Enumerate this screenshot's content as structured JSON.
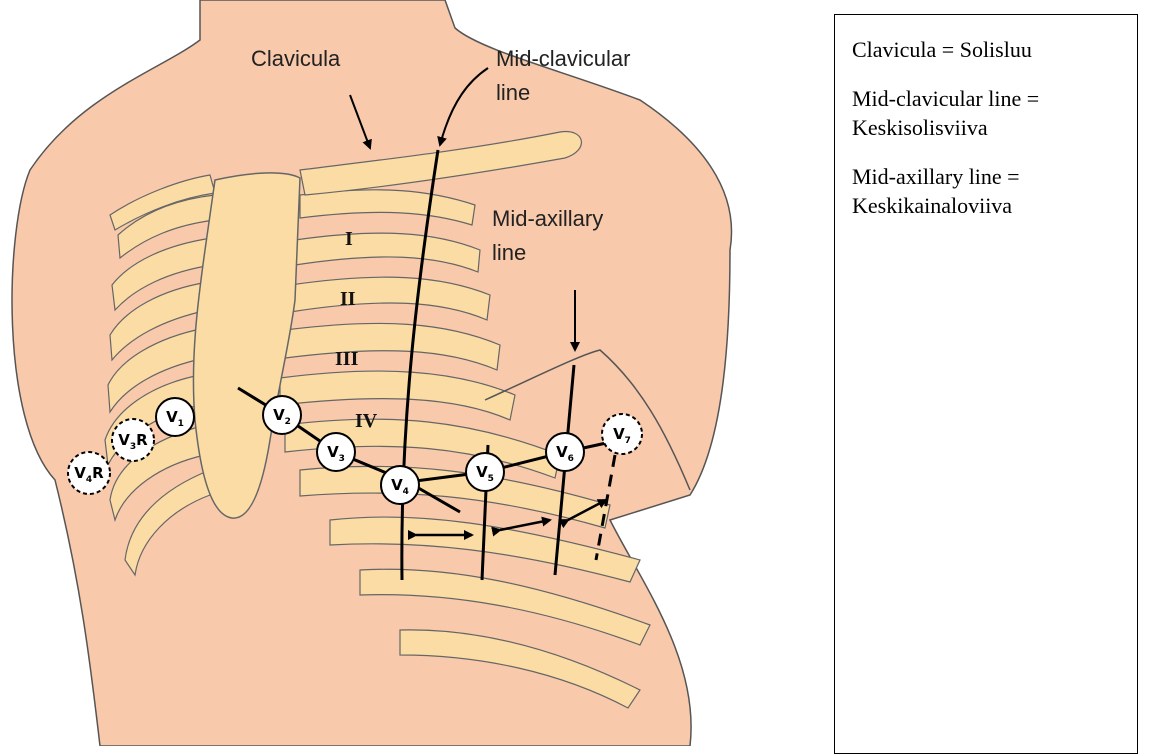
{
  "diagram": {
    "labels": {
      "clavicula": "Clavicula",
      "mid_clavicular_1": "Mid-clavicular",
      "mid_clavicular_2": "line",
      "mid_axillary_1": "Mid-axillary",
      "mid_axillary_2": "line"
    },
    "intercostal_spaces": [
      "I",
      "II",
      "III",
      "IV"
    ],
    "electrodes": [
      {
        "id": "v1",
        "base": "V",
        "sub": "1",
        "suffix": "",
        "dashed": false
      },
      {
        "id": "v2",
        "base": "V",
        "sub": "2",
        "suffix": "",
        "dashed": false
      },
      {
        "id": "v3",
        "base": "V",
        "sub": "3",
        "suffix": "",
        "dashed": false
      },
      {
        "id": "v4",
        "base": "V",
        "sub": "4",
        "suffix": "",
        "dashed": false
      },
      {
        "id": "v5",
        "base": "V",
        "sub": "5",
        "suffix": "",
        "dashed": false
      },
      {
        "id": "v6",
        "base": "V",
        "sub": "6",
        "suffix": "",
        "dashed": false
      },
      {
        "id": "v7",
        "base": "V",
        "sub": "7",
        "suffix": "",
        "dashed": true
      },
      {
        "id": "v3r",
        "base": "V",
        "sub": "3",
        "suffix": "R",
        "dashed": true
      },
      {
        "id": "v4r",
        "base": "V",
        "sub": "4",
        "suffix": "R",
        "dashed": true
      }
    ],
    "colors": {
      "skin": "#f9c9ab",
      "bone": "#fadca4",
      "outline": "#555555",
      "line": "#000000"
    }
  },
  "legend": {
    "entries": [
      {
        "term": "Clavicula",
        "translation": "Solisluu",
        "line1": "Clavicula = Solisluu",
        "line2": ""
      },
      {
        "term": "Mid-clavicular line",
        "translation": "Keskisolisviiva",
        "line1": "Mid-clavicular line =",
        "line2": "Keskisolisviiva"
      },
      {
        "term": "Mid-axillary line",
        "translation": "Keskikainaloviiva",
        "line1": "Mid-axillary line =",
        "line2": "Keskikainaloviiva"
      }
    ]
  }
}
